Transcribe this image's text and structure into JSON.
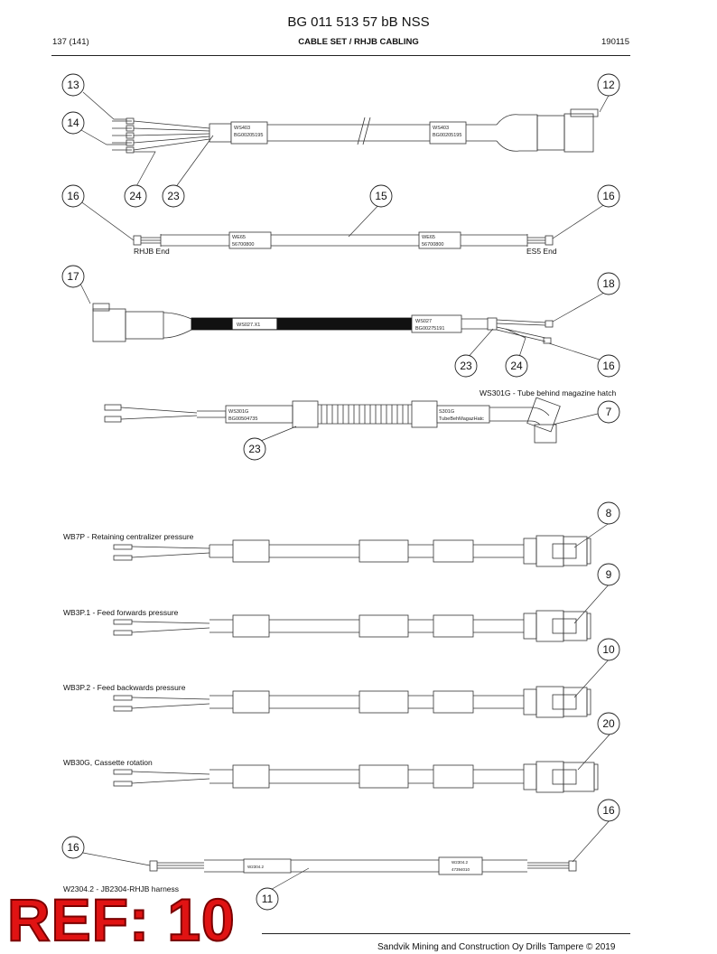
{
  "header": {
    "doc_title": "BG 011 513 57 bB NSS",
    "page": "137 (141)",
    "section": "CABLE SET / RHJB CABLING",
    "date": "190115"
  },
  "callouts": [
    "13",
    "12",
    "14",
    "24",
    "23",
    "16",
    "15",
    "16",
    "17",
    "18",
    "23",
    "24",
    "16",
    "7",
    "23",
    "8",
    "9",
    "10",
    "20",
    "16",
    "16",
    "11"
  ],
  "labels": {
    "c1_left": "WS403",
    "c1_left_pn": "BG00205195",
    "c1_right": "WS403",
    "c1_right_pn": "BG00205195",
    "c2_left": "WE65",
    "c2_left_pn": "56700800",
    "c2_right": "WE65",
    "c2_right_pn": "56700800",
    "c2_end_left": "RHJB End",
    "c2_end_right": "ES5 End",
    "c3_left": "WS027.X1",
    "c3_right": "WS027",
    "c3_right_pn": "BG00275191",
    "c4_caption": "WS301G - Tube behind magazine hatch",
    "c4_left": "WS301G",
    "c4_left_pn": "BG00504735",
    "c4_right": "S301G",
    "c4_right_pn": "TubeBehMagazHatc",
    "c5_caption": "WB7P - Retaining centralizer pressure",
    "c6_caption": "WB3P.1 - Feed forwards pressure",
    "c7_caption": "WB3P.2 - Feed backwards pressure",
    "c8_caption": "WB30G, Cassette rotation",
    "c9_left": "W2304.2",
    "c9_right": "W2304.2",
    "c9_right_pn": "47394010",
    "c9_caption": "W2304.2 - JB2304-RHJB harness"
  },
  "stamp": {
    "ref": "REF: 10"
  },
  "footer": {
    "copyright": "Sandvik Mining and Construction Oy Drills Tampere © 2019"
  },
  "colors": {
    "ref": "#e01313",
    "line": "#222222"
  }
}
